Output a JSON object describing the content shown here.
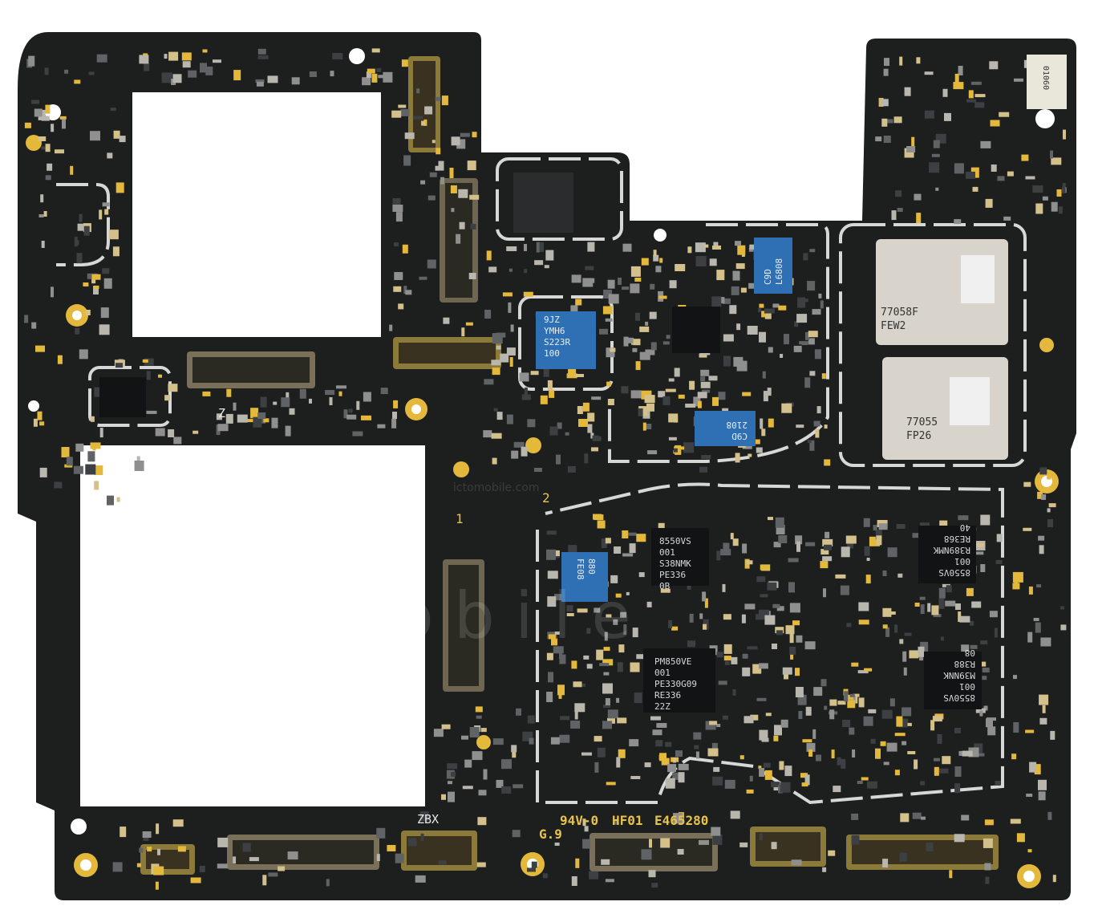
{
  "labels": {
    "ul_mark": "94V-0",
    "hf_mark": "HF01",
    "cert_number": "E465280",
    "grade": "G.9",
    "zbx": "ZBX",
    "z_mark": "Z",
    "mark_1": "1",
    "mark_2": "2"
  },
  "watermark": {
    "url": "ictomobile.com",
    "large": "i c t o m o b i l e"
  },
  "chips": {
    "pmic_main": [
      "PM850VE",
      "001",
      "PE330G09",
      "RE336",
      "22Z"
    ],
    "pmic_tl": [
      "8550VS",
      "001",
      "S38NMK",
      "PE336",
      "0B"
    ],
    "pmic_tr": [
      "8550VS",
      "001",
      "R389NMK",
      "RE368",
      "40"
    ],
    "pmic_br": [
      "8550VS",
      "001",
      "M39NNK",
      "R388",
      "08"
    ],
    "rf_module_1": [
      "77058F",
      "FEW2"
    ],
    "rf_module_2": [
      "77055",
      "FP26"
    ],
    "blue_module_1": [
      "9JZ",
      "YMH6",
      "S223R",
      "100"
    ],
    "blue_module_2": [
      "C9D",
      "L6808"
    ],
    "blue_module_3": [
      "C9D",
      "2108"
    ],
    "blue_module_4": [
      "880",
      "FE08"
    ],
    "qr_label": "01060"
  },
  "colors": {
    "pcb": "#1d1f1f",
    "gold": "#e3b83b",
    "shield_outline": "#d7d7d7",
    "blue_module": "#2f6fb3",
    "rf_can": "#d8d4cc"
  }
}
